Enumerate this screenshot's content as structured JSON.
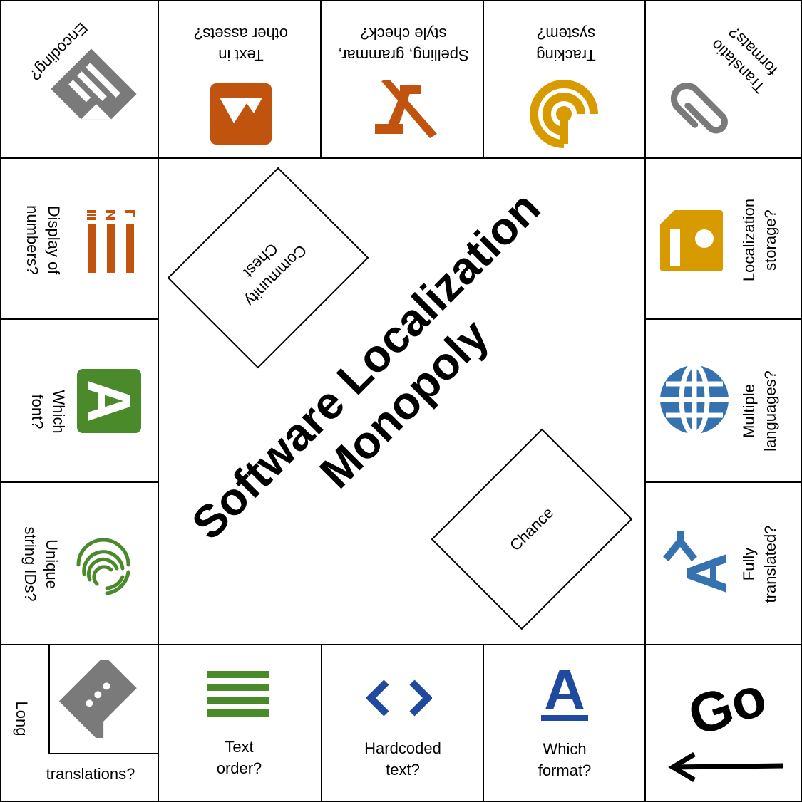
{
  "title_line1": "Software Localization",
  "title_line2": "Monopoly",
  "cards": {
    "community_chest": [
      "Community",
      "Chest"
    ],
    "chance": "Chance"
  },
  "go": "Go",
  "top": {
    "encoding": "Encoding?",
    "text_in_assets": [
      "Text in",
      "other assets?"
    ],
    "spelling": [
      "Spelling, grammar,",
      "style check?"
    ],
    "tracking": [
      "Tracking",
      "system?"
    ],
    "translation_formats": [
      "Translatio",
      "formats?"
    ]
  },
  "left": {
    "numbers": [
      "Display of",
      "numbers?"
    ],
    "font": [
      "Which",
      "font?"
    ],
    "ids": [
      "Unique",
      "string IDs?"
    ],
    "long": "Long",
    "translations": "translations?"
  },
  "right": {
    "storage": [
      "Localization",
      "storage?"
    ],
    "languages": [
      "Multiple",
      "languages?"
    ],
    "translated": [
      "Fully",
      "translated?"
    ]
  },
  "bottom": {
    "order": [
      "Text",
      "order?"
    ],
    "hardcoded": [
      "Hardcoded",
      "text?"
    ],
    "format": [
      "Which",
      "format?"
    ]
  },
  "icons": {
    "encoding": "file-document-icon",
    "assets": "image-icon",
    "spelling": "text-strike-icon",
    "tracking": "at-sign-icon",
    "formats": "paperclip-icon",
    "numbers": "numbered-list-icon",
    "font": "letter-a-icon",
    "ids": "fingerprint-icon",
    "long": "chat-bubble-icon",
    "storage": "storage-icon",
    "languages": "globe-icon",
    "translated": "translate-icon",
    "order": "lines-icon",
    "hardcoded": "code-icon",
    "format": "text-format-icon",
    "go_arrow": "arrow-left-icon"
  },
  "colors": {
    "gray": "#7a7a7a",
    "orange": "#c0530e",
    "gold": "#d79b00",
    "green": "#4a8a2a",
    "blue": "#3672b0",
    "navy": "#1f4aa0"
  }
}
